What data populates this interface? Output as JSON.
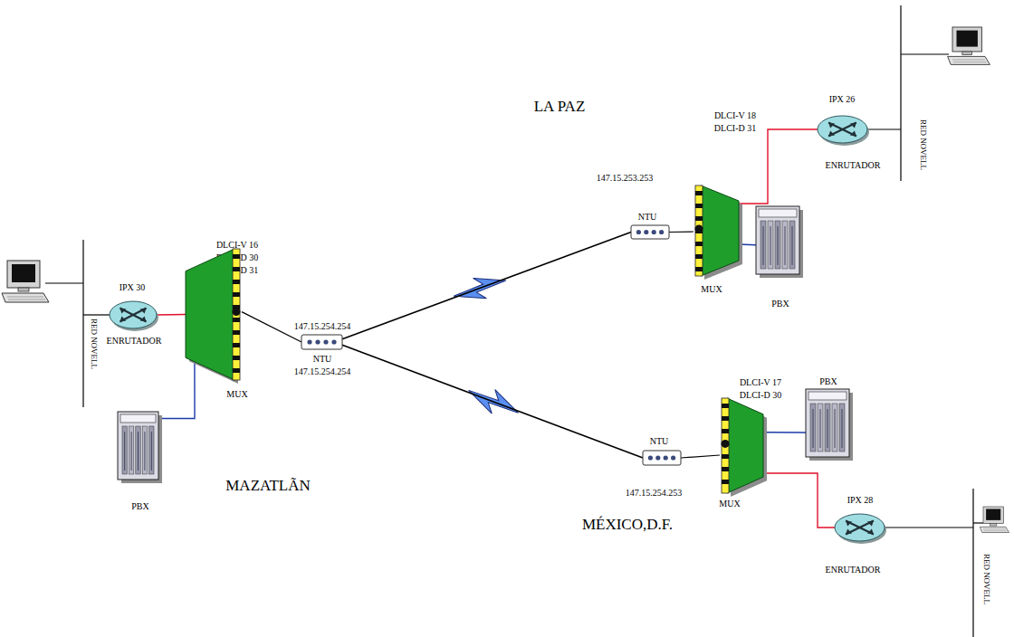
{
  "diagram": {
    "nodes": [
      {
        "text": [
          "IPX 30",
          "ENRUTADOR"
        ]
      },
      {
        "text": [
          "MUX"
        ]
      },
      {
        "text": [
          "PBX"
        ]
      },
      {
        "text": [
          "147.15.254.254",
          "NTU",
          "147.15.254.254"
        ]
      },
      {
        "text": [
          "147.15.253.253",
          "NTU"
        ]
      },
      {
        "text": [
          "MUX"
        ]
      },
      {
        "text": [
          "PBX"
        ]
      },
      {
        "text": [
          "IPX 26",
          "ENRUTADOR"
        ]
      },
      {
        "text": [
          "NTU",
          "147.15.254.253"
        ]
      },
      {
        "text": [
          "MUX"
        ]
      },
      {
        "text": [
          "PBX"
        ]
      },
      {
        "text": [
          "IPX 28",
          "ENRUTADOR"
        ]
      }
    ],
    "edges": [
      {
        "from": 0,
        "to": 1,
        "arrow": "none"
      },
      {
        "from": 2,
        "to": 1,
        "arrow": "none"
      },
      {
        "from": 1,
        "to": 3,
        "arrow": "none"
      },
      {
        "from": 3,
        "to": 4,
        "arrow": "none"
      },
      {
        "from": 3,
        "to": 8,
        "arrow": "none"
      },
      {
        "from": 4,
        "to": 5,
        "arrow": "none"
      },
      {
        "from": 5,
        "to": 7,
        "arrow": "none"
      },
      {
        "from": 5,
        "to": 6,
        "arrow": "none"
      },
      {
        "from": 8,
        "to": 9,
        "arrow": "none"
      },
      {
        "from": 9,
        "to": 10,
        "arrow": "none"
      },
      {
        "from": 9,
        "to": 11,
        "arrow": "none"
      }
    ],
    "labels": [
      "MAZATLÃN",
      "LA PAZ",
      "MÉXICO,D.F.",
      "DLCI-V 16",
      "DLCI-D 30",
      "DLCI-D 31",
      "DLCI-V 18",
      "DLCI-D 31",
      "DLCI-V 17",
      "DLCI-D 30",
      "RED NOVELL",
      "RED NOVELL",
      "RED NOVELL"
    ]
  }
}
